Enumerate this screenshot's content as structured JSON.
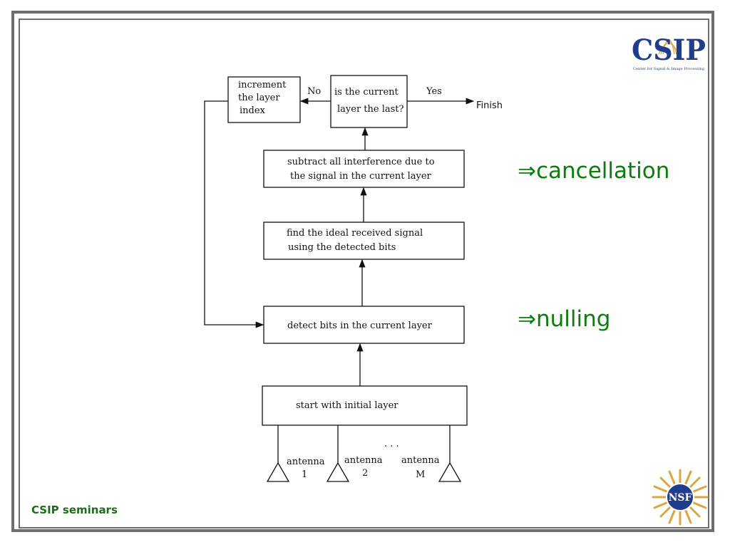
{
  "logo": {
    "letters": "CSIP",
    "tagline": "Center for Signal & Image Processing"
  },
  "nodes": {
    "increment": [
      "increment",
      "the layer",
      "index"
    ],
    "decision": [
      "is the current",
      "layer the last?"
    ],
    "subtract": [
      "subtract all interference due to",
      "the signal in the current layer"
    ],
    "find": [
      "find the ideal received signal",
      "using the detected bits"
    ],
    "detect": [
      "detect bits in the current layer"
    ],
    "start": [
      "start with initial layer"
    ]
  },
  "edges": {
    "no_label": "No",
    "yes_label": "Yes",
    "finish": "Finish"
  },
  "antennas": [
    {
      "name": "antenna",
      "index": "1"
    },
    {
      "name": "antenna",
      "index": "2"
    },
    {
      "name": "antenna",
      "index": "M"
    }
  ],
  "ellipsis": ". . .",
  "annotations": {
    "cancellation": "⇒cancellation",
    "nulling": "⇒nulling"
  },
  "footer": "CSIP seminars",
  "nsf_logo": "NSF",
  "colors": {
    "annotation": "#0a7d0a",
    "frame": "#6d6d6d",
    "logo_blue": "#1f3d8c",
    "logo_gold": "#d9a640"
  }
}
